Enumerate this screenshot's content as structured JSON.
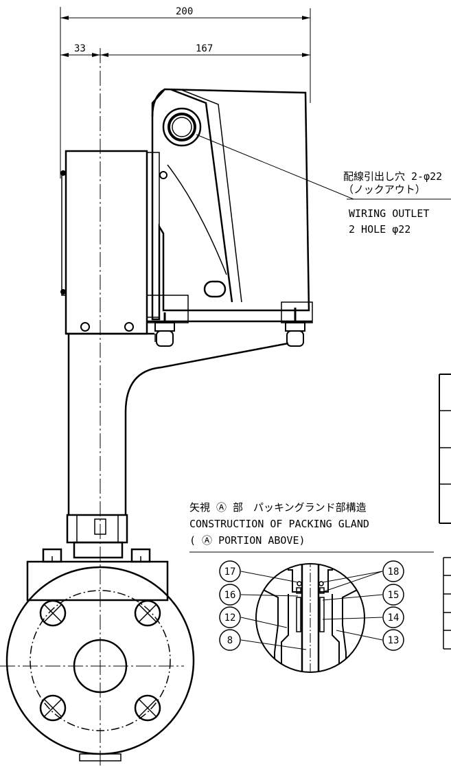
{
  "dimensions": {
    "overall_width": "200",
    "offset_left": "33",
    "offset_right": "167"
  },
  "notes": {
    "wiring_jp_line1": "配線引出し穴 2-φ22",
    "wiring_jp_line2": "（ノックアウト）",
    "wiring_en_line1": "WIRING OUTLET",
    "wiring_en_line2": "2 HOLE φ22"
  },
  "detail": {
    "title_jp": "矢視 Ⓐ 部　パッキングランド部構造",
    "title_en_line1": "CONSTRUCTION OF PACKING GLAND",
    "title_en_line2": "( Ⓐ  PORTION ABOVE)"
  },
  "balloons": {
    "left": [
      "17",
      "16",
      "12",
      "8"
    ],
    "right": [
      "18",
      "15",
      "14",
      "13"
    ]
  }
}
